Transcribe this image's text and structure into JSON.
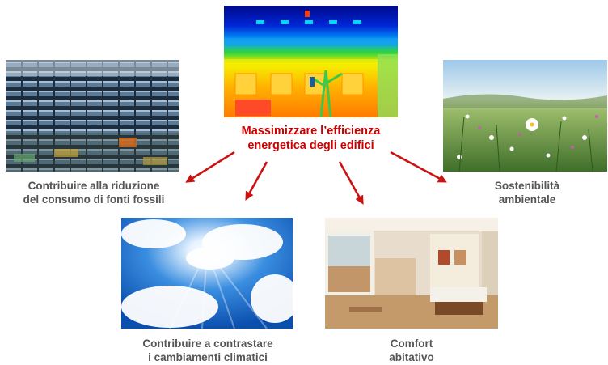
{
  "center": {
    "line1": "Massimizzare l’efficienza",
    "line2": "energetica degli edifici",
    "color": "#cc0000"
  },
  "nodes": [
    {
      "line1": "Contribuire alla riduzione",
      "line2": "del consumo di fonti fossili"
    },
    {
      "line1": "Sostenibilità",
      "line2": "ambientale"
    },
    {
      "line1": "Contribuire a contrastare",
      "line2": "i cambiamenti climatici"
    },
    {
      "line1": "Comfort",
      "line2": "abitativo"
    }
  ],
  "colors": {
    "arrow": "#cc1111",
    "caption": "#555555"
  }
}
